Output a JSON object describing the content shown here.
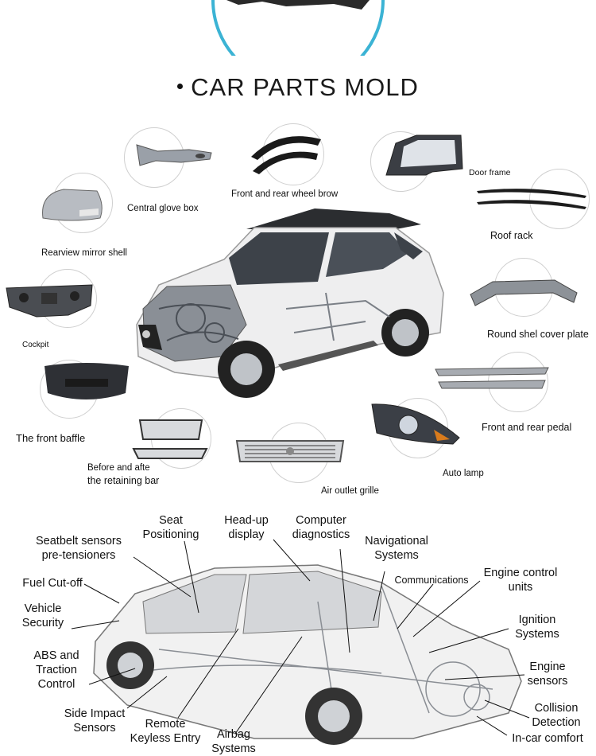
{
  "title": "CAR PARTS MOLD",
  "parts": [
    {
      "id": "central-glove-box",
      "label": "Central glove box"
    },
    {
      "id": "wheel-brow",
      "label": "Front and rear wheel brow"
    },
    {
      "id": "door-frame",
      "label": "Door frame"
    },
    {
      "id": "roof-rack",
      "label": "Roof rack"
    },
    {
      "id": "rearview-mirror",
      "label": "Rearview mirror shell"
    },
    {
      "id": "cockpit",
      "label": "Cockpit"
    },
    {
      "id": "round-shel",
      "label": "Round shel cover plate"
    },
    {
      "id": "front-baffle",
      "label": "The front baffle"
    },
    {
      "id": "pedal",
      "label": "Front and rear pedal"
    },
    {
      "id": "retaining-bar-1",
      "label": "Before and afte"
    },
    {
      "id": "retaining-bar-2",
      "label": "the retaining bar"
    },
    {
      "id": "auto-lamp",
      "label": "Auto lamp"
    },
    {
      "id": "air-grille",
      "label": "Air outlet grille"
    }
  ],
  "features": {
    "seat_1": "Seat",
    "seat_2": "Positioning",
    "headup_1": "Head-up",
    "headup_2": "display",
    "computer_1": "Computer",
    "computer_2": "diagnostics",
    "seatbelt_1": "Seatbelt sensors",
    "seatbelt_2": "pre-tensioners",
    "nav_1": "Navigational",
    "nav_2": "Systems",
    "comms": "Communications",
    "engine_ctrl_1": "Engine control",
    "engine_ctrl_2": "units",
    "fuel": "Fuel Cut-off",
    "vehicle_1": "Vehicle",
    "vehicle_2": "Security",
    "ignition_1": "Ignition",
    "ignition_2": "Systems",
    "abs_1": "ABS  and",
    "abs_2": "Traction",
    "abs_3": "Control",
    "engine_sens_1": "Engine",
    "engine_sens_2": "sensors",
    "collision_1": "Collision",
    "collision_2": "Detection",
    "side_1": "Side Impact",
    "side_2": "Sensors",
    "remote_1": "Remote",
    "remote_2": "Keyless Entry",
    "airbag_1": "Airbag",
    "airbag_2": "Systems",
    "comfort": "In-car comfort"
  }
}
